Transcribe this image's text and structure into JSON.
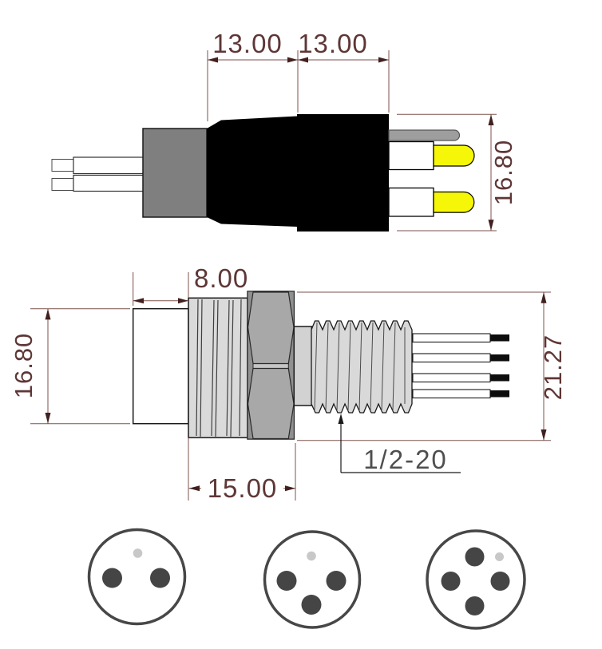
{
  "drawing": {
    "colors": {
      "dimension_text": "#5e3636",
      "dimension_line": "#7d524c",
      "arrowhead": "#42201e",
      "geometry_outline": "#1a1a1a",
      "overmold_black": "#000000",
      "boot_gray": "#7f7f7f",
      "pin_sleeve_white": "#ffffff",
      "pin_tip_yellow": "#f6f608",
      "pin_gray": "#9e9e9e",
      "body_light_gray": "#d9d9d9",
      "hex_nut_gray": "#a8a8a8",
      "wire_tip_black": "#0d0d0d",
      "face_pin_dark": "#474747",
      "key_dot_gray": "#c8c8c8"
    },
    "top_view": {
      "dimensions": {
        "segment1": "13.00",
        "segment2": "13.00",
        "height": "16.80"
      }
    },
    "side_view": {
      "dimensions": {
        "front_length": "8.00",
        "body_length": "15.00",
        "body_height": "16.80",
        "overall_height": "21.27"
      },
      "thread_spec": "1/2-20"
    },
    "face_views": [
      {
        "pins": 2,
        "has_key_dot": true
      },
      {
        "pins": 3,
        "has_key_dot": true
      },
      {
        "pins": 4,
        "has_key_dot": true
      }
    ]
  }
}
